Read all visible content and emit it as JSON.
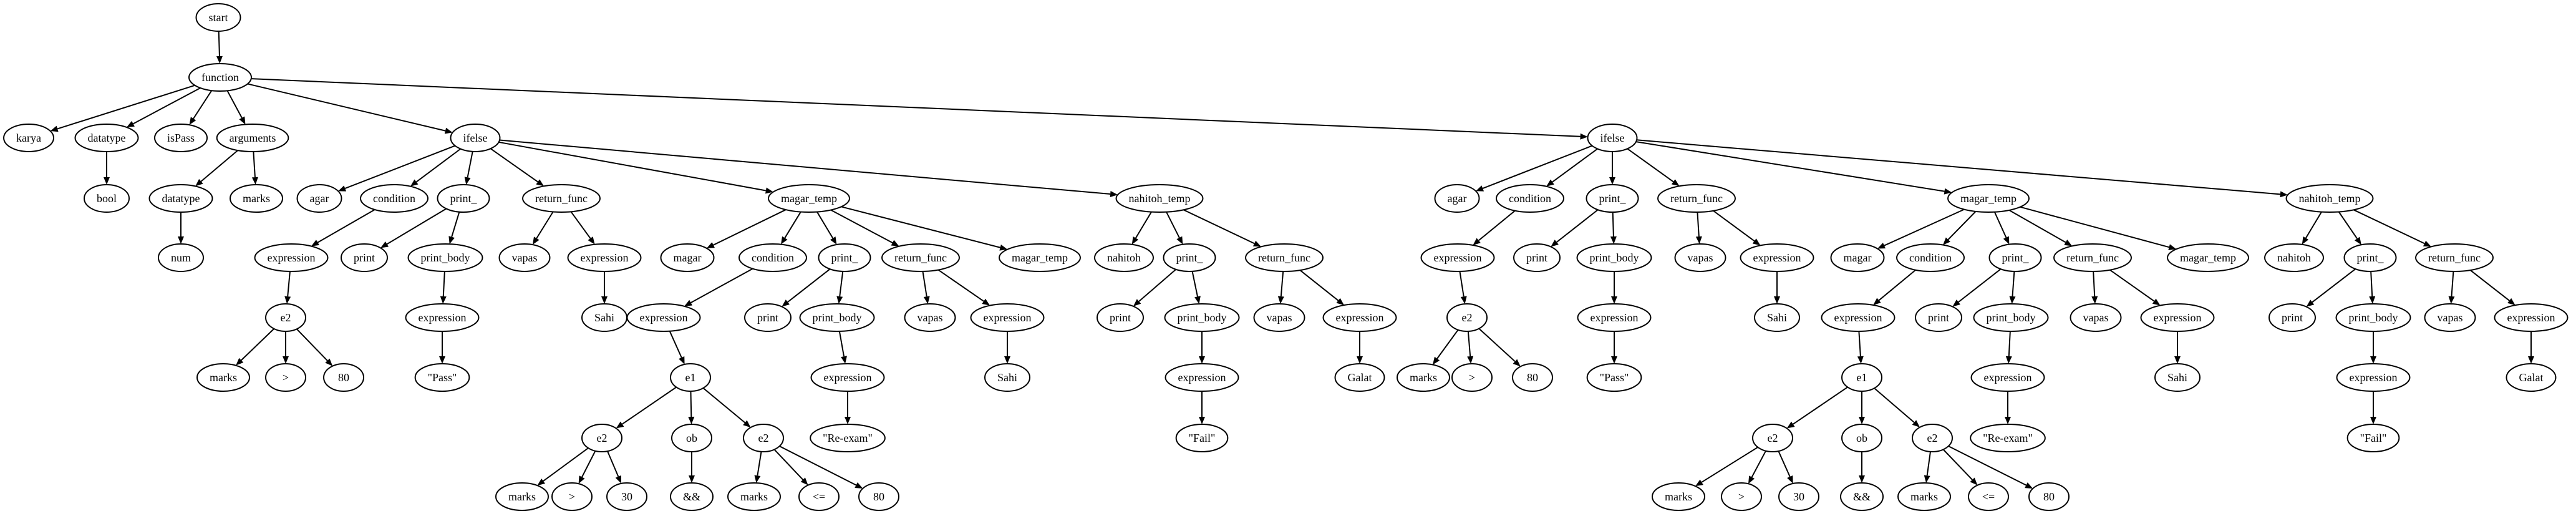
{
  "diagram": {
    "type": "parse-tree",
    "nodes": [
      {
        "id": "n0",
        "label": "start"
      },
      {
        "id": "n1",
        "label": "function",
        "parent": "n0"
      },
      {
        "id": "n2",
        "label": "karya",
        "parent": "n1"
      },
      {
        "id": "n3",
        "label": "datatype",
        "parent": "n1"
      },
      {
        "id": "n4",
        "label": "bool",
        "parent": "n3"
      },
      {
        "id": "n5",
        "label": "isPass",
        "parent": "n1"
      },
      {
        "id": "n6",
        "label": "arguments",
        "parent": "n1"
      },
      {
        "id": "n7",
        "label": "datatype",
        "parent": "n6"
      },
      {
        "id": "n8",
        "label": "num",
        "parent": "n7"
      },
      {
        "id": "n9",
        "label": "marks",
        "parent": "n6"
      },
      {
        "id": "a0",
        "label": "ifelse",
        "parent": "n1"
      },
      {
        "id": "a1",
        "label": "agar",
        "parent": "a0"
      },
      {
        "id": "a2",
        "label": "condition",
        "parent": "a0"
      },
      {
        "id": "a3",
        "label": "expression",
        "parent": "a2"
      },
      {
        "id": "a4",
        "label": "e2",
        "parent": "a3"
      },
      {
        "id": "a5",
        "label": "marks",
        "parent": "a4"
      },
      {
        "id": "a6",
        "label": ">",
        "parent": "a4"
      },
      {
        "id": "a7",
        "label": "80",
        "parent": "a4"
      },
      {
        "id": "a8",
        "label": "print_",
        "parent": "a0"
      },
      {
        "id": "a9",
        "label": "print",
        "parent": "a8"
      },
      {
        "id": "a10",
        "label": "print_body",
        "parent": "a8"
      },
      {
        "id": "a11",
        "label": "expression",
        "parent": "a10"
      },
      {
        "id": "a12",
        "label": "\"Pass\"",
        "parent": "a11"
      },
      {
        "id": "a13",
        "label": "return_func",
        "parent": "a0"
      },
      {
        "id": "a14",
        "label": "vapas",
        "parent": "a13"
      },
      {
        "id": "a15",
        "label": "expression",
        "parent": "a13"
      },
      {
        "id": "a16",
        "label": "Sahi",
        "parent": "a15"
      },
      {
        "id": "a17",
        "label": "magar_temp",
        "parent": "a0"
      },
      {
        "id": "a18",
        "label": "magar",
        "parent": "a17"
      },
      {
        "id": "a19",
        "label": "condition",
        "parent": "a17"
      },
      {
        "id": "a20",
        "label": "expression",
        "parent": "a19"
      },
      {
        "id": "a21",
        "label": "e1",
        "parent": "a20"
      },
      {
        "id": "a22",
        "label": "e2",
        "parent": "a21"
      },
      {
        "id": "a23",
        "label": "marks",
        "parent": "a22"
      },
      {
        "id": "a24",
        "label": ">",
        "parent": "a22"
      },
      {
        "id": "a25",
        "label": "30",
        "parent": "a22"
      },
      {
        "id": "a26",
        "label": "ob",
        "parent": "a21"
      },
      {
        "id": "a27",
        "label": "&&",
        "parent": "a26"
      },
      {
        "id": "a28",
        "label": "e2",
        "parent": "a21"
      },
      {
        "id": "a29",
        "label": "marks",
        "parent": "a28"
      },
      {
        "id": "a30",
        "label": "<=",
        "parent": "a28"
      },
      {
        "id": "a31",
        "label": "80",
        "parent": "a28"
      },
      {
        "id": "a32",
        "label": "print_",
        "parent": "a17"
      },
      {
        "id": "a33",
        "label": "print",
        "parent": "a32"
      },
      {
        "id": "a34",
        "label": "print_body",
        "parent": "a32"
      },
      {
        "id": "a35",
        "label": "expression",
        "parent": "a34"
      },
      {
        "id": "a36",
        "label": "\"Re-exam\"",
        "parent": "a35"
      },
      {
        "id": "a37",
        "label": "return_func",
        "parent": "a17"
      },
      {
        "id": "a38",
        "label": "vapas",
        "parent": "a37"
      },
      {
        "id": "a39",
        "label": "expression",
        "parent": "a37"
      },
      {
        "id": "a40",
        "label": "Sahi",
        "parent": "a39"
      },
      {
        "id": "a41",
        "label": "magar_temp",
        "parent": "a17"
      },
      {
        "id": "a42",
        "label": "nahitoh_temp",
        "parent": "a0"
      },
      {
        "id": "a43",
        "label": "nahitoh",
        "parent": "a42"
      },
      {
        "id": "a44",
        "label": "print_",
        "parent": "a42"
      },
      {
        "id": "a45",
        "label": "print",
        "parent": "a44"
      },
      {
        "id": "a46",
        "label": "print_body",
        "parent": "a44"
      },
      {
        "id": "a47",
        "label": "expression",
        "parent": "a46"
      },
      {
        "id": "a48",
        "label": "\"Fail\"",
        "parent": "a47"
      },
      {
        "id": "a49",
        "label": "return_func",
        "parent": "a42"
      },
      {
        "id": "a50",
        "label": "vapas",
        "parent": "a49"
      },
      {
        "id": "a51",
        "label": "expression",
        "parent": "a49"
      },
      {
        "id": "a52",
        "label": "Galat",
        "parent": "a51"
      },
      {
        "id": "b0",
        "label": "ifelse",
        "parent": "n1"
      },
      {
        "id": "b1",
        "label": "agar",
        "parent": "b0"
      },
      {
        "id": "b2",
        "label": "condition",
        "parent": "b0"
      },
      {
        "id": "b3",
        "label": "expression",
        "parent": "b2"
      },
      {
        "id": "b4",
        "label": "e2",
        "parent": "b3"
      },
      {
        "id": "b5",
        "label": "marks",
        "parent": "b4"
      },
      {
        "id": "b6",
        "label": ">",
        "parent": "b4"
      },
      {
        "id": "b7",
        "label": "80",
        "parent": "b4"
      },
      {
        "id": "b8",
        "label": "print_",
        "parent": "b0"
      },
      {
        "id": "b9",
        "label": "print",
        "parent": "b8"
      },
      {
        "id": "b10",
        "label": "print_body",
        "parent": "b8"
      },
      {
        "id": "b11",
        "label": "expression",
        "parent": "b10"
      },
      {
        "id": "b12",
        "label": "\"Pass\"",
        "parent": "b11"
      },
      {
        "id": "b13",
        "label": "return_func",
        "parent": "b0"
      },
      {
        "id": "b14",
        "label": "vapas",
        "parent": "b13"
      },
      {
        "id": "b15",
        "label": "expression",
        "parent": "b13"
      },
      {
        "id": "b16",
        "label": "Sahi",
        "parent": "b15"
      },
      {
        "id": "b17",
        "label": "magar_temp",
        "parent": "b0"
      },
      {
        "id": "b18",
        "label": "magar",
        "parent": "b17"
      },
      {
        "id": "b19",
        "label": "condition",
        "parent": "b17"
      },
      {
        "id": "b20",
        "label": "expression",
        "parent": "b19"
      },
      {
        "id": "b21",
        "label": "e1",
        "parent": "b20"
      },
      {
        "id": "b22",
        "label": "e2",
        "parent": "b21"
      },
      {
        "id": "b23",
        "label": "marks",
        "parent": "b22"
      },
      {
        "id": "b24",
        "label": ">",
        "parent": "b22"
      },
      {
        "id": "b25",
        "label": "30",
        "parent": "b22"
      },
      {
        "id": "b26",
        "label": "ob",
        "parent": "b21"
      },
      {
        "id": "b27",
        "label": "&&",
        "parent": "b26"
      },
      {
        "id": "b28",
        "label": "e2",
        "parent": "b21"
      },
      {
        "id": "b29",
        "label": "marks",
        "parent": "b28"
      },
      {
        "id": "b30",
        "label": "<=",
        "parent": "b28"
      },
      {
        "id": "b31",
        "label": "80",
        "parent": "b28"
      },
      {
        "id": "b32",
        "label": "print_",
        "parent": "b17"
      },
      {
        "id": "b33",
        "label": "print",
        "parent": "b32"
      },
      {
        "id": "b34",
        "label": "print_body",
        "parent": "b32"
      },
      {
        "id": "b35",
        "label": "expression",
        "parent": "b34"
      },
      {
        "id": "b36",
        "label": "\"Re-exam\"",
        "parent": "b35"
      },
      {
        "id": "b37",
        "label": "return_func",
        "parent": "b17"
      },
      {
        "id": "b38",
        "label": "vapas",
        "parent": "b37"
      },
      {
        "id": "b39",
        "label": "expression",
        "parent": "b37"
      },
      {
        "id": "b40",
        "label": "Sahi",
        "parent": "b39"
      },
      {
        "id": "b41",
        "label": "magar_temp",
        "parent": "b17"
      },
      {
        "id": "b42",
        "label": "nahitoh_temp",
        "parent": "b0"
      },
      {
        "id": "b43",
        "label": "nahitoh",
        "parent": "b42"
      },
      {
        "id": "b44",
        "label": "print_",
        "parent": "b42"
      },
      {
        "id": "b45",
        "label": "print",
        "parent": "b44"
      },
      {
        "id": "b46",
        "label": "print_body",
        "parent": "b44"
      },
      {
        "id": "b47",
        "label": "expression",
        "parent": "b46"
      },
      {
        "id": "b48",
        "label": "\"Fail\"",
        "parent": "b47"
      },
      {
        "id": "b49",
        "label": "return_func",
        "parent": "b42"
      },
      {
        "id": "b50",
        "label": "vapas",
        "parent": "b49"
      },
      {
        "id": "b51",
        "label": "expression",
        "parent": "b49"
      },
      {
        "id": "b52",
        "label": "Galat",
        "parent": "b51"
      }
    ]
  }
}
